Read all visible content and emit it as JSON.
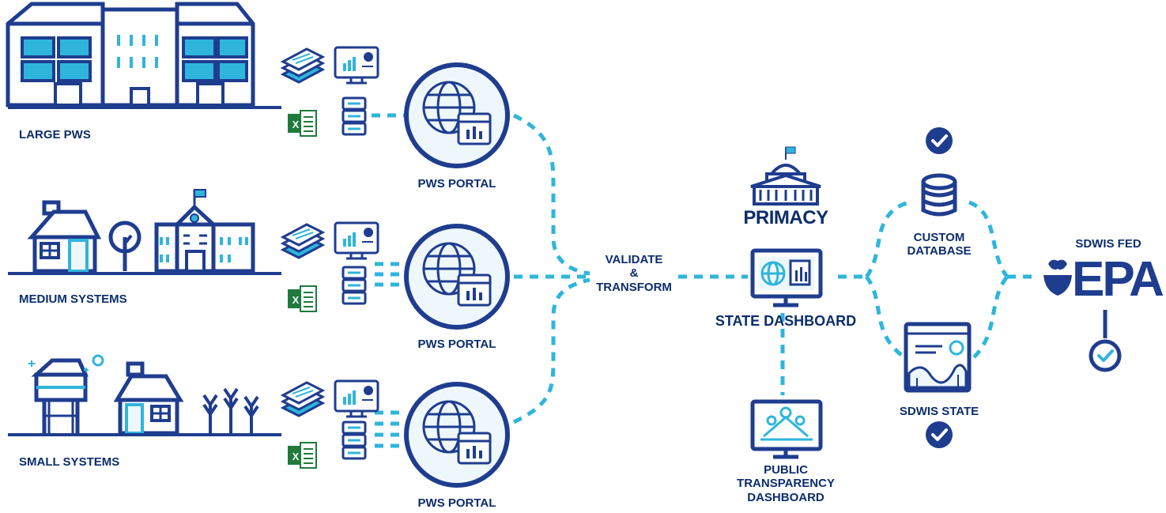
{
  "colors": {
    "navy": "#1f3d8f",
    "dark_navy": "#0b2d6b",
    "cyan": "#2fb5dc",
    "light_fill": "#eef7fb",
    "excel_green": "#1f7a3c"
  },
  "sources": [
    {
      "label": "LARGE PWS"
    },
    {
      "label": "MEDIUM SYSTEMS"
    },
    {
      "label": "SMALL SYSTEMS"
    }
  ],
  "portals": [
    {
      "label": "PWS PORTAL"
    },
    {
      "label": "PWS PORTAL"
    },
    {
      "label": "PWS PORTAL"
    }
  ],
  "validate": {
    "line1": "VALIDATE",
    "line2": "&",
    "line3": "TRANSFORM"
  },
  "primacy": {
    "label": "PRIMACY"
  },
  "state_dashboard": {
    "label": "STATE DASHBOARD"
  },
  "public_dashboard": {
    "line1": "PUBLIC",
    "line2": "TRANSPARENCY",
    "line3": "DASHBOARD"
  },
  "custom_database": {
    "line1": "CUSTOM",
    "line2": "DATABASE"
  },
  "sdwis_state": {
    "label": "SDWIS STATE"
  },
  "sdwis_fed": {
    "label": "SDWIS FED",
    "logo_text": "EPA"
  },
  "icons": [
    "building-icon",
    "house-icon",
    "school-icon",
    "tree-icon",
    "water-tower-icon",
    "wheat-icon",
    "documents-icon",
    "monitor-chart-icon",
    "server-icon",
    "excel-icon",
    "globe-portal-icon",
    "capitol-icon",
    "database-icon",
    "checkmark-icon",
    "map-pins-icon",
    "epa-logo-icon"
  ]
}
